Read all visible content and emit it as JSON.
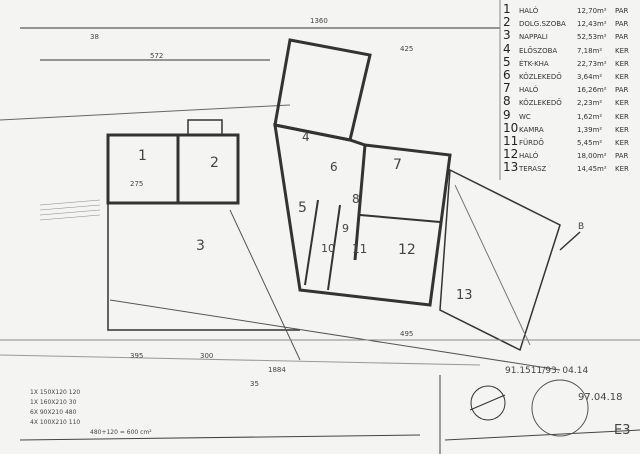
{
  "rooms": [
    {
      "no": "1",
      "name": "HALÓ",
      "area": "12,70m²",
      "floor": "PAR"
    },
    {
      "no": "2",
      "name": "DOLG.SZOBA",
      "area": "12,43m²",
      "floor": "PAR"
    },
    {
      "no": "3",
      "name": "NAPPALI",
      "area": "52,53m²",
      "floor": "PAR"
    },
    {
      "no": "4",
      "name": "ELŐSZOBA",
      "area": "7,18m²",
      "floor": "KER"
    },
    {
      "no": "5",
      "name": "ÉTK-KHA",
      "area": "22,73m²",
      "floor": "KER"
    },
    {
      "no": "6",
      "name": "KÖZLEKEDŐ",
      "area": "3,64m²",
      "floor": "KER"
    },
    {
      "no": "7",
      "name": "HALÓ",
      "area": "16,26m²",
      "floor": "PAR"
    },
    {
      "no": "8",
      "name": "KÖZLEKEDŐ",
      "area": "2,23m²",
      "floor": "KER"
    },
    {
      "no": "9",
      "name": "WC",
      "area": "1,62m²",
      "floor": "KER"
    },
    {
      "no": "10",
      "name": "KAMRA",
      "area": "1,39m²",
      "floor": "KER"
    },
    {
      "no": "11",
      "name": "FÜRDŐ",
      "area": "5,45m²",
      "floor": "KER"
    },
    {
      "no": "12",
      "name": "HALÓ",
      "area": "18,00m²",
      "floor": "PAR"
    },
    {
      "no": "13",
      "name": "TERASZ",
      "area": "14,45m²",
      "floor": "KER"
    }
  ],
  "dimensions": {
    "top_total": "1360",
    "bottom_total": "1884",
    "d1": "38",
    "d2": "572",
    "d3": "425",
    "d4": "495",
    "d5": "275",
    "d6": "300",
    "d7": "395",
    "d8": "35"
  },
  "window_list": [
    "1X 150X120 120",
    "1X 160X210 30",
    "6X 90X210 480",
    "4X 100X210 110"
  ],
  "window_total": "480+120 = 600 cm²",
  "stamp": {
    "ref": "91.1511/93. 04.14",
    "date": "97.04.18",
    "sheet": "E3"
  },
  "compass_label": "B"
}
